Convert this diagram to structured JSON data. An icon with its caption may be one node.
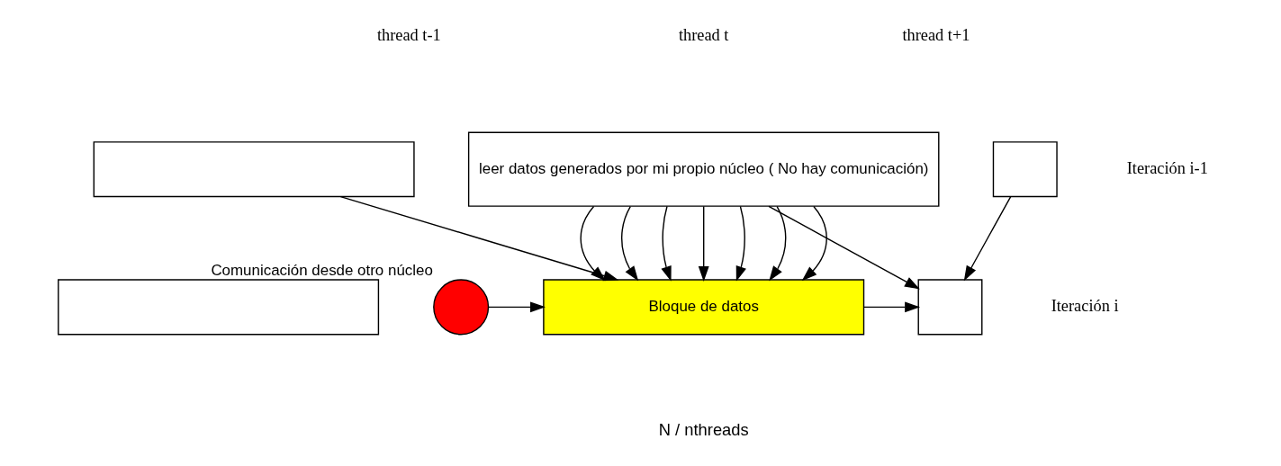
{
  "diagram": {
    "nodes": [
      {
        "text": [],
        "shape": "box"
      },
      {
        "text": [
          "leer datos generados por mi propio núcleo ( No hay comunicación)"
        ]
      },
      {
        "text": [],
        "shape": "box"
      },
      {
        "text": [],
        "shape": "box"
      },
      {
        "text": [],
        "shape": "circle",
        "beside": [
          "Comunicación desde otro núcleo"
        ]
      },
      {
        "text": [
          "Bloque de datos"
        ]
      },
      {
        "text": [],
        "shape": "box"
      }
    ],
    "edges": [
      {
        "from": 0,
        "to": 5,
        "arrow": "to"
      },
      {
        "from": 1,
        "to": 5,
        "arrow": "to"
      },
      {
        "from": 1,
        "to": 5,
        "arrow": "to"
      },
      {
        "from": 1,
        "to": 5,
        "arrow": "to"
      },
      {
        "from": 1,
        "to": 5,
        "arrow": "to"
      },
      {
        "from": 1,
        "to": 5,
        "arrow": "to"
      },
      {
        "from": 1,
        "to": 5,
        "arrow": "to"
      },
      {
        "from": 1,
        "to": 5,
        "arrow": "to"
      },
      {
        "from": 1,
        "to": 6,
        "arrow": "to"
      },
      {
        "from": 2,
        "to": 6,
        "arrow": "to"
      },
      {
        "from": 4,
        "to": 5,
        "arrow": "to"
      },
      {
        "from": 5,
        "to": 6,
        "arrow": "to"
      }
    ],
    "labels": [
      "thread t-1",
      "thread t",
      "thread t+1",
      "Iteración i-1",
      "Iteración i",
      "N / nthreads"
    ]
  }
}
